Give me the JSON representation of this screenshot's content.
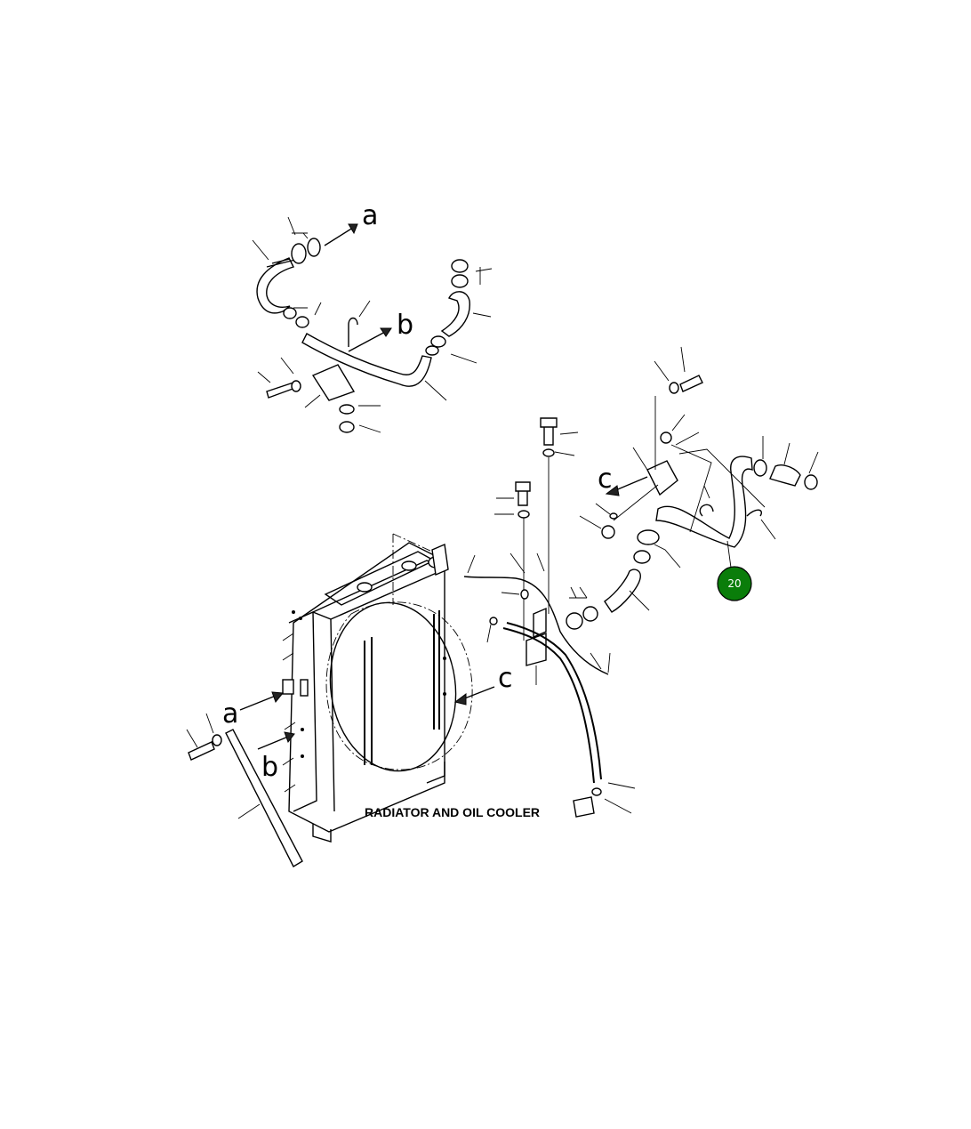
{
  "caption": "RADIATOR AND OIL COOLER",
  "reference_letters": {
    "a_top": "a",
    "b_top": "b",
    "c_top": "c",
    "c_mid": "c",
    "a_low": "a",
    "b_low": "b"
  },
  "callout": {
    "number": "20",
    "color": "#0a7d0a"
  }
}
